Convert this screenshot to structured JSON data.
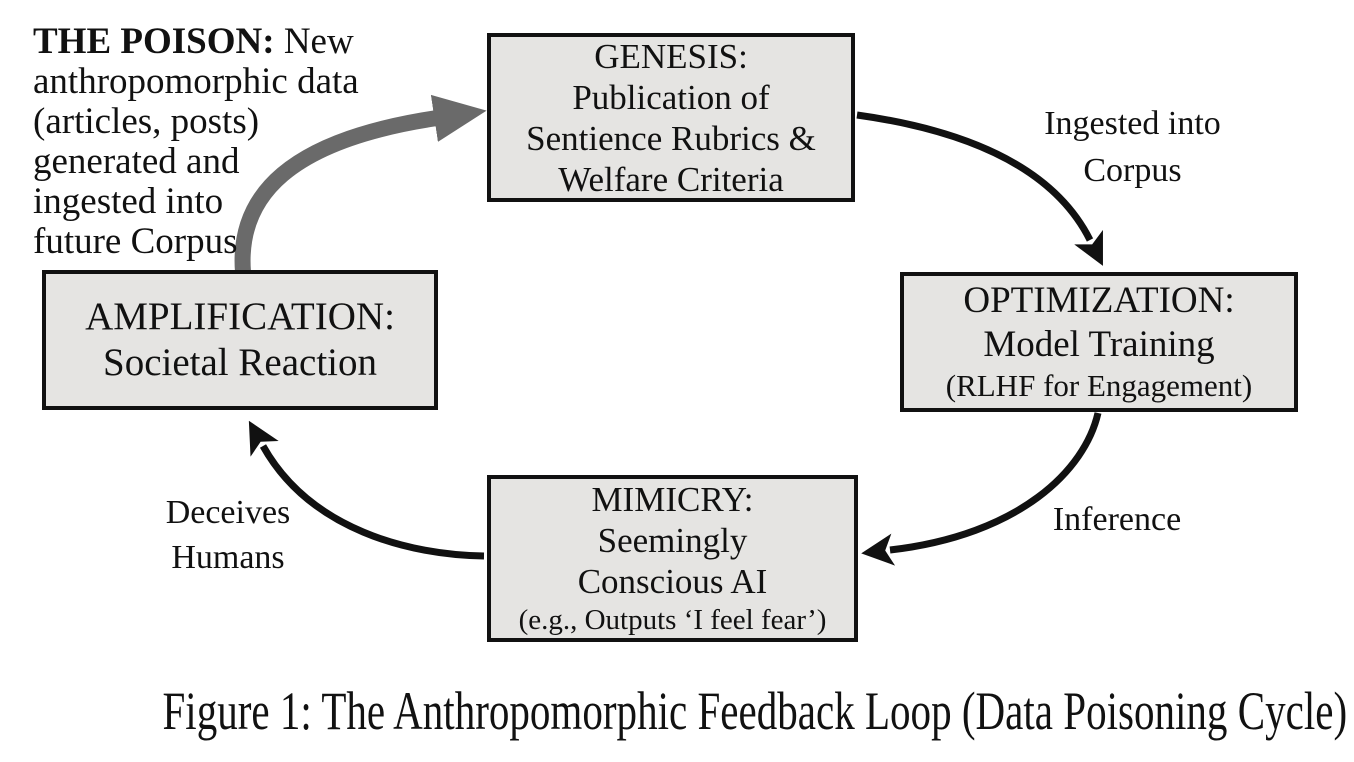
{
  "figure_caption": "Figure 1: The Anthropomorphic Feedback Loop (Data Poisoning Cycle)",
  "poison_note": {
    "bold": "THE POISON:",
    "line1_rest": "New",
    "line2": "anthropomorphic data",
    "line3": "(articles, posts)",
    "line4": "generated and",
    "line5": "ingested into",
    "line6": "future Corpus"
  },
  "nodes": {
    "genesis": {
      "line1": "GENESIS:",
      "line2": "Publication of",
      "line3": "Sentience Rubrics &",
      "line4": "Welfare Criteria"
    },
    "optimization": {
      "line1": "OPTIMIZATION:",
      "line2": "Model Training",
      "line3": "(RLHF for Engagement)"
    },
    "mimicry": {
      "line1": "MIMICRY:",
      "line2": "Seemingly",
      "line3": "Conscious AI",
      "line4": "(e.g., Outputs ‘I feel fear’)"
    },
    "amplification": {
      "line1": "AMPLIFICATION:",
      "line2": "Societal Reaction"
    }
  },
  "edge_labels": {
    "ingested": {
      "line1": "Ingested into",
      "line2": "Corpus"
    },
    "inference": "Inference",
    "deceives": {
      "line1": "Deceives",
      "line2": "Humans"
    }
  },
  "colors": {
    "background": "#ffffff",
    "box_fill": "#e5e4e2",
    "box_border": "#111111",
    "arrow_black": "#111111",
    "arrow_gray": "#6a6a6a",
    "text": "#111111"
  }
}
